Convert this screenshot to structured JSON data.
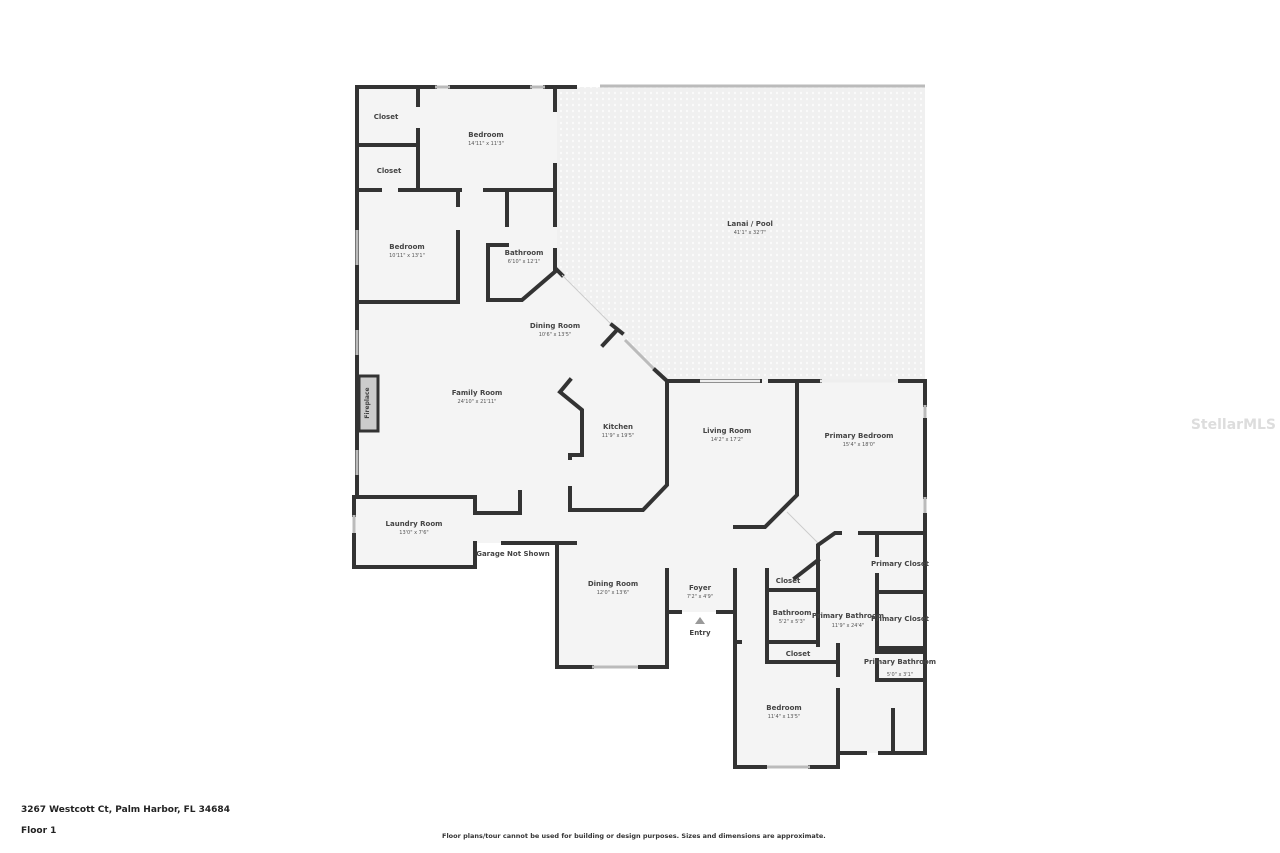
{
  "address": "3267 Westcott Ct, Palm Harbor, FL 34684",
  "floor": "Floor 1",
  "disclaimer": "Floor plans/tour cannot be used for building or design purposes. Sizes and dimensions are approximate.",
  "watermark": "StellarMLS",
  "rooms": [
    {
      "name": "Closet",
      "dims": ""
    },
    {
      "name": "Closet",
      "dims": ""
    },
    {
      "name": "Bedroom",
      "dims": "14'11\" x 11'3\""
    },
    {
      "name": "Bedroom",
      "dims": "10'11\" x 13'1\""
    },
    {
      "name": "Bathroom",
      "dims": "6'10\" x 12'1\""
    },
    {
      "name": "Lanai / Pool",
      "dims": "41'1\" x 32'7\""
    },
    {
      "name": "Dining Room",
      "dims": "10'6\" x 13'5\""
    },
    {
      "name": "Family Room",
      "dims": "24'10\" x 21'11\""
    },
    {
      "name": "Kitchen",
      "dims": "11'9\" x 19'5\""
    },
    {
      "name": "Living Room",
      "dims": "14'2\" x 17'2\""
    },
    {
      "name": "Primary Bedroom",
      "dims": "15'4\" x 18'0\""
    },
    {
      "name": "Laundry Room",
      "dims": "13'0\" x 7'6\""
    },
    {
      "name": "Dining Room",
      "dims": "12'0\" x 13'6\""
    },
    {
      "name": "Foyer",
      "dims": "7'2\" x 4'9\""
    },
    {
      "name": "Closet",
      "dims": ""
    },
    {
      "name": "Bathroom",
      "dims": "5'2\" x 5'3\""
    },
    {
      "name": "Primary Bathroom",
      "dims": "11'9\" x 24'4\""
    },
    {
      "name": "Primary Closet",
      "dims": ""
    },
    {
      "name": "Primary Closet",
      "dims": ""
    },
    {
      "name": "Primary Bathroom",
      "dims": "5'0\" x 3'1\""
    },
    {
      "name": "Closet",
      "dims": ""
    },
    {
      "name": "Bedroom",
      "dims": "11'4\" x 13'5\""
    }
  ],
  "labels": {
    "fireplace": "Fireplace",
    "garage": "Garage Not Shown",
    "entry": "Entry"
  }
}
